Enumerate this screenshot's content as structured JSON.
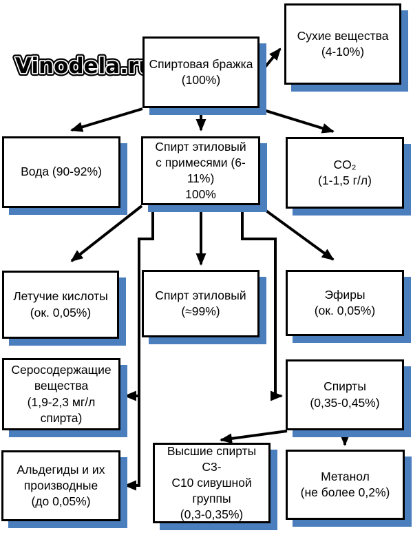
{
  "watermark": "Vinodela.ru",
  "colors": {
    "box_fill": "#ffffff",
    "box_border": "#000000",
    "shadow_blue": "#4a7ebd",
    "arrow": "#000000"
  },
  "nodes": {
    "mash": {
      "label": "Спиртовая бражка\n(100%)"
    },
    "dry_substances": {
      "label": "Сухие вещества\n(4-10%)"
    },
    "water": {
      "label": "Вода (90-92%)"
    },
    "spirit_mix": {
      "label": "Спирт этиловый\nс примесями (6-11%)\n100%"
    },
    "co2": {
      "label": "CO₂\n(1-1,5 г/л)"
    },
    "volatile_acids": {
      "label": "Летучие кислоты\n(ок. 0,05%)"
    },
    "ethanol": {
      "label": "Спирт этиловый\n(≈99%)"
    },
    "ethers": {
      "label": "Эфиры\n(ок. 0,05%)"
    },
    "sulfur": {
      "label": "Серосодержащие\nвещества\n(1,9-2,3 мг/л спирта)"
    },
    "alcohols": {
      "label": "Спирты\n(0,35-0,45%)"
    },
    "aldehydes": {
      "label": "Альдегиды и их\nпроизводные\n(до 0,05%)"
    },
    "fusel": {
      "label": "Высшие спирты С3-\nС10 сивушной\nгруппы\n(0,3-0,35%)"
    },
    "methanol": {
      "label": "Метанол\n(не более 0,2%)"
    }
  }
}
